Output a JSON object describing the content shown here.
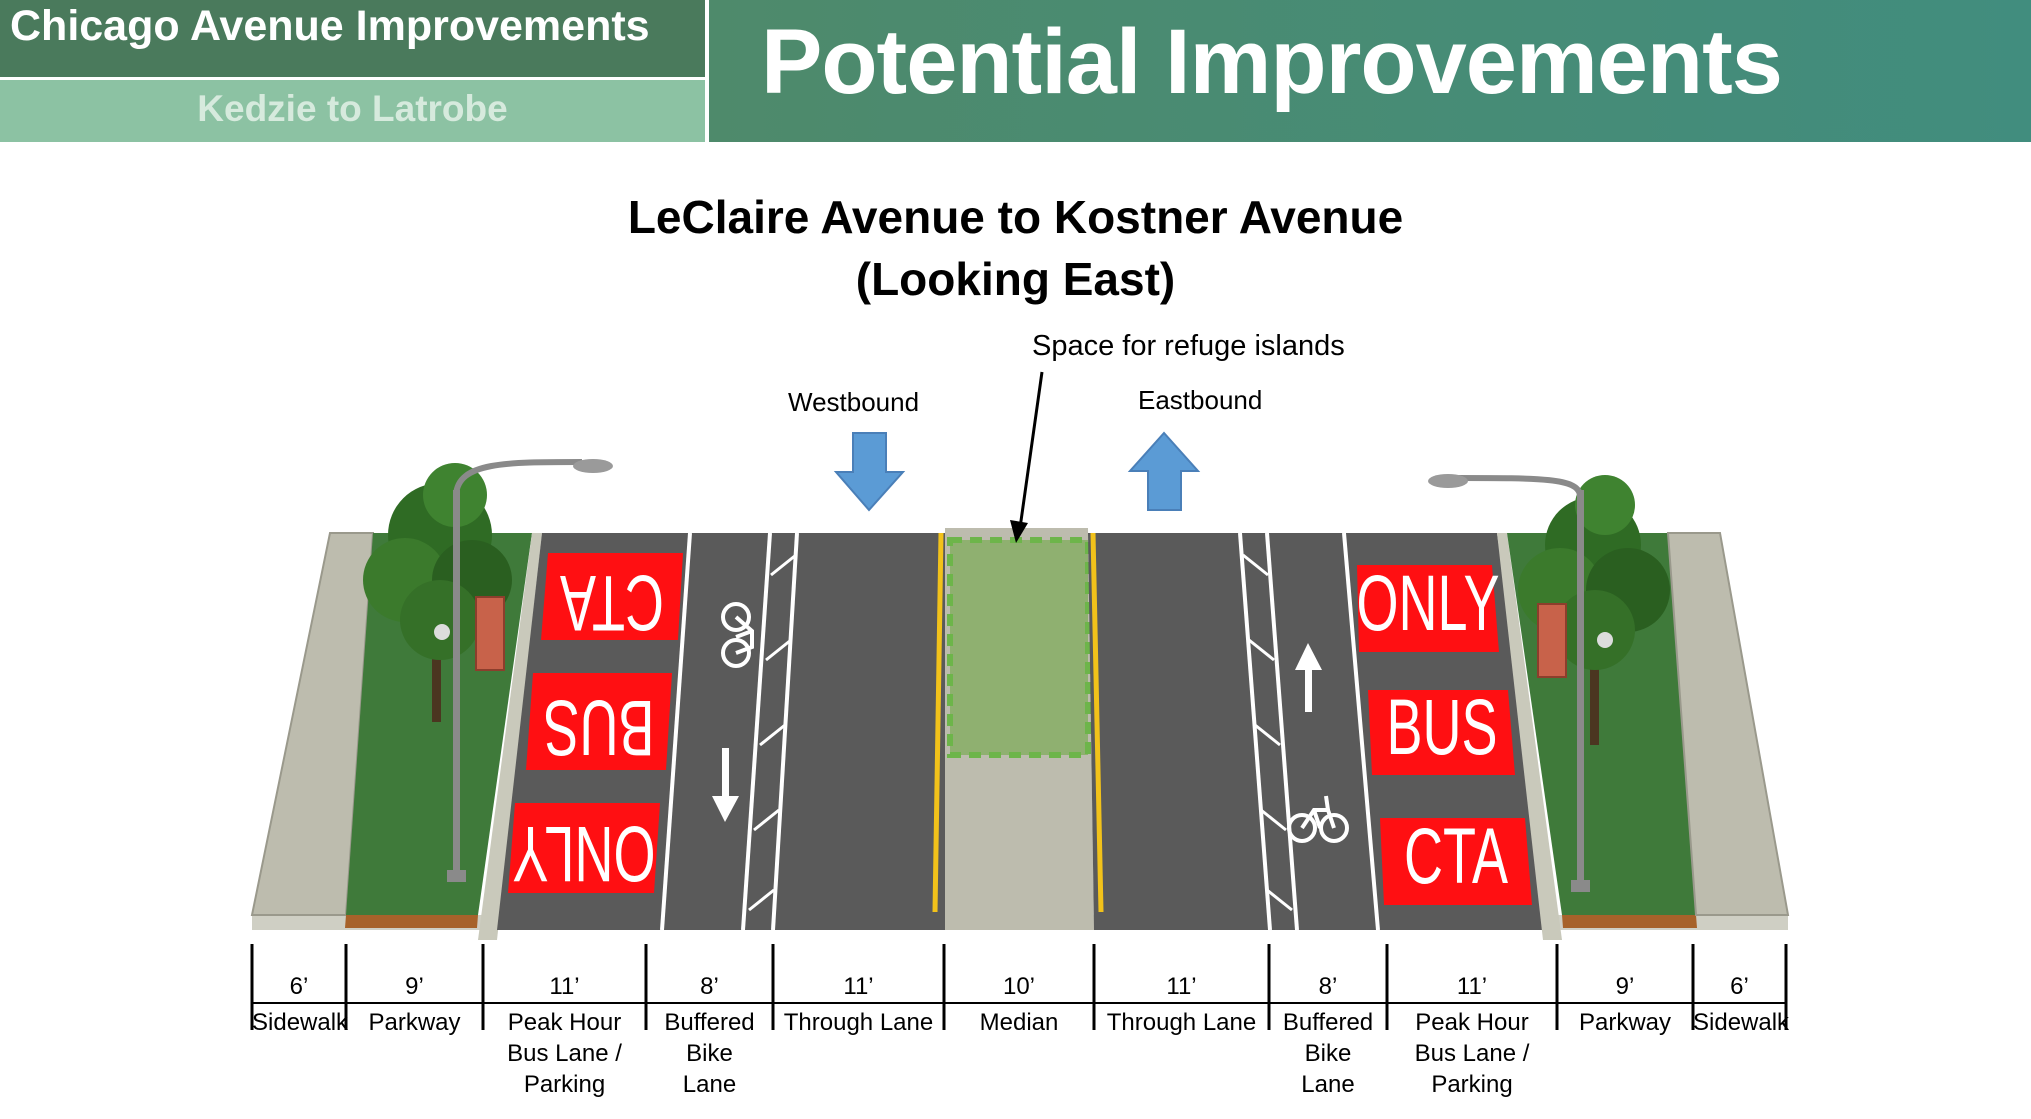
{
  "header": {
    "project_title": "Chicago Avenue Improvements",
    "segment": "Kedzie to Latrobe",
    "page_title": "Potential Improvements"
  },
  "diagram": {
    "title_line1": "LeClaire Avenue to Kostner Avenue",
    "title_line2": "(Looking East)",
    "callout": "Space for refuge islands",
    "westbound_label": "Westbound",
    "eastbound_label": "Eastbound",
    "pavement_text_left": [
      "CTA",
      "BUS",
      "ONLY"
    ],
    "pavement_text_right": [
      "ONLY",
      "BUS",
      "CTA"
    ],
    "colors": {
      "bus_lane": "#ff0f12",
      "asphalt": "#5a5a5a",
      "median": "#8fb070",
      "parkway": "#3f7a3a",
      "sidewalk": "#bdbcae",
      "arrow": "#5b9bd5",
      "center_line": "#f2c21a"
    }
  },
  "cross_section": [
    {
      "width": "6’",
      "label": "Sidewalk"
    },
    {
      "width": "9’",
      "label": "Parkway"
    },
    {
      "width": "11’",
      "label": "Peak Hour\nBus Lane /\nParking"
    },
    {
      "width": "8’",
      "label": "Buffered\nBike\nLane"
    },
    {
      "width": "11’",
      "label": "Through Lane"
    },
    {
      "width": "10’",
      "label": "Median"
    },
    {
      "width": "11’",
      "label": "Through Lane"
    },
    {
      "width": "8’",
      "label": "Buffered\nBike\nLane"
    },
    {
      "width": "11’",
      "label": "Peak Hour\nBus Lane /\nParking"
    },
    {
      "width": "9’",
      "label": "Parkway"
    },
    {
      "width": "6’",
      "label": "Sidewalk"
    }
  ]
}
